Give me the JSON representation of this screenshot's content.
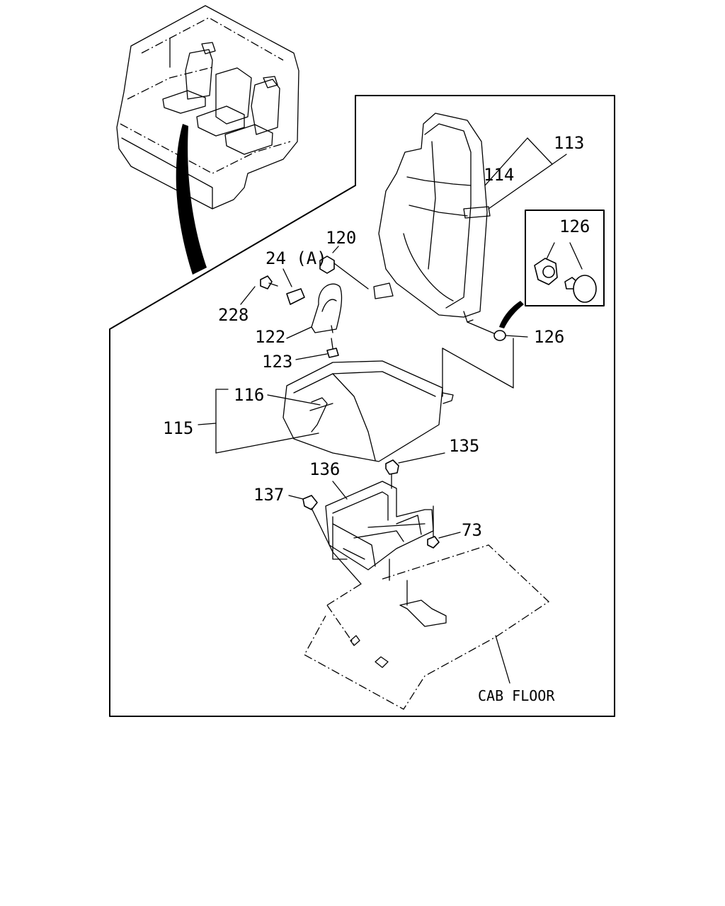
{
  "labels": {
    "p113": "113",
    "p114": "114",
    "p126_inset": "126",
    "p126": "126",
    "p120": "120",
    "p24a": "24 (A)",
    "p228": "228",
    "p122": "122",
    "p123": "123",
    "p116": "116",
    "p115": "115",
    "p135": "135",
    "p136": "136",
    "p137": "137",
    "p73": "73",
    "cab_floor": "CAB FLOOR"
  }
}
